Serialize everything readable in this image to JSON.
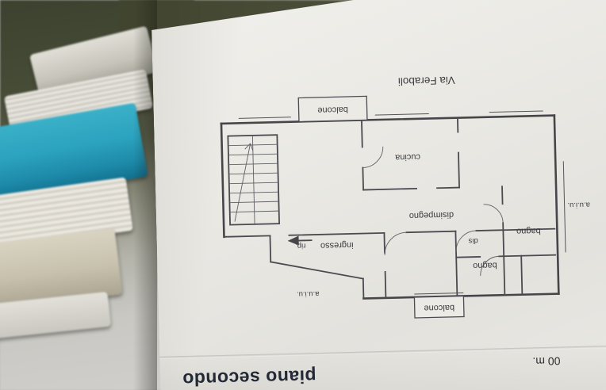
{
  "floor_plan": {
    "street_label": "Via Feraboli",
    "rooms": {
      "balcone_top": "balcone",
      "cucina": "cucina",
      "disimpegno": "disimpegno",
      "rip": "rip.",
      "ingresso": "ingresso",
      "bagno_right": "bagno",
      "dis": "dis",
      "bagno_lower": "bagno",
      "balcone_bottom": "balcone",
      "adjacent_unit_right": "a.u.i.u.",
      "adjacent_unit_left": "a.u.i.u."
    },
    "footer": {
      "title_partial": "piano secondo",
      "scale_partial": "00 m."
    }
  },
  "colors": {
    "paper": "#eae9e4",
    "plan_ink": "#45454a",
    "table_surface": "#474c37",
    "book_teal": "#2ba2bf",
    "footer_ink": "#232936"
  }
}
